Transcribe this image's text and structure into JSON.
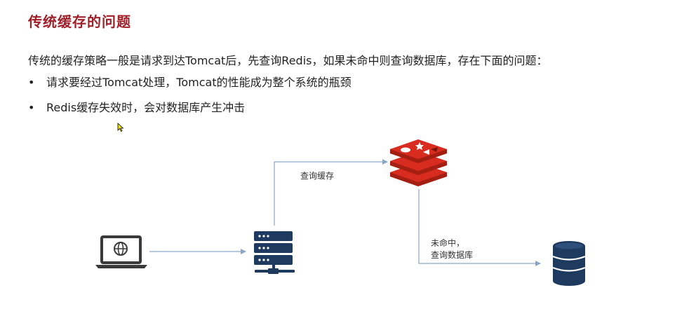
{
  "page": {
    "title": "传统缓存的问题",
    "intro": "传统的缓存策略一般是请求到达Tomcat后，先查询Redis，如果未命中则查询数据库，存在下面的问题：",
    "bullets": [
      "请求要经过Tomcat处理，Tomcat的性能成为整个系统的瓶颈",
      "Redis缓存失效时，会对数据库产生冲击"
    ]
  },
  "diagram": {
    "labels": {
      "query_cache": "查询缓存",
      "miss_line1": "未命中，",
      "miss_line2": "查询数据库"
    },
    "icons": {
      "client": "laptop-globe-icon",
      "server": "server-rack-icon",
      "cache": "redis-logo-icon",
      "database": "database-icon"
    },
    "colors": {
      "title": "#a0202a",
      "arrow": "#8aa6c8",
      "server": "#1f3a5f",
      "laptop": "#3a3a3a",
      "redis_top": "#d82c20",
      "redis_side": "#a41e11",
      "database": "#1f3a5f"
    }
  }
}
